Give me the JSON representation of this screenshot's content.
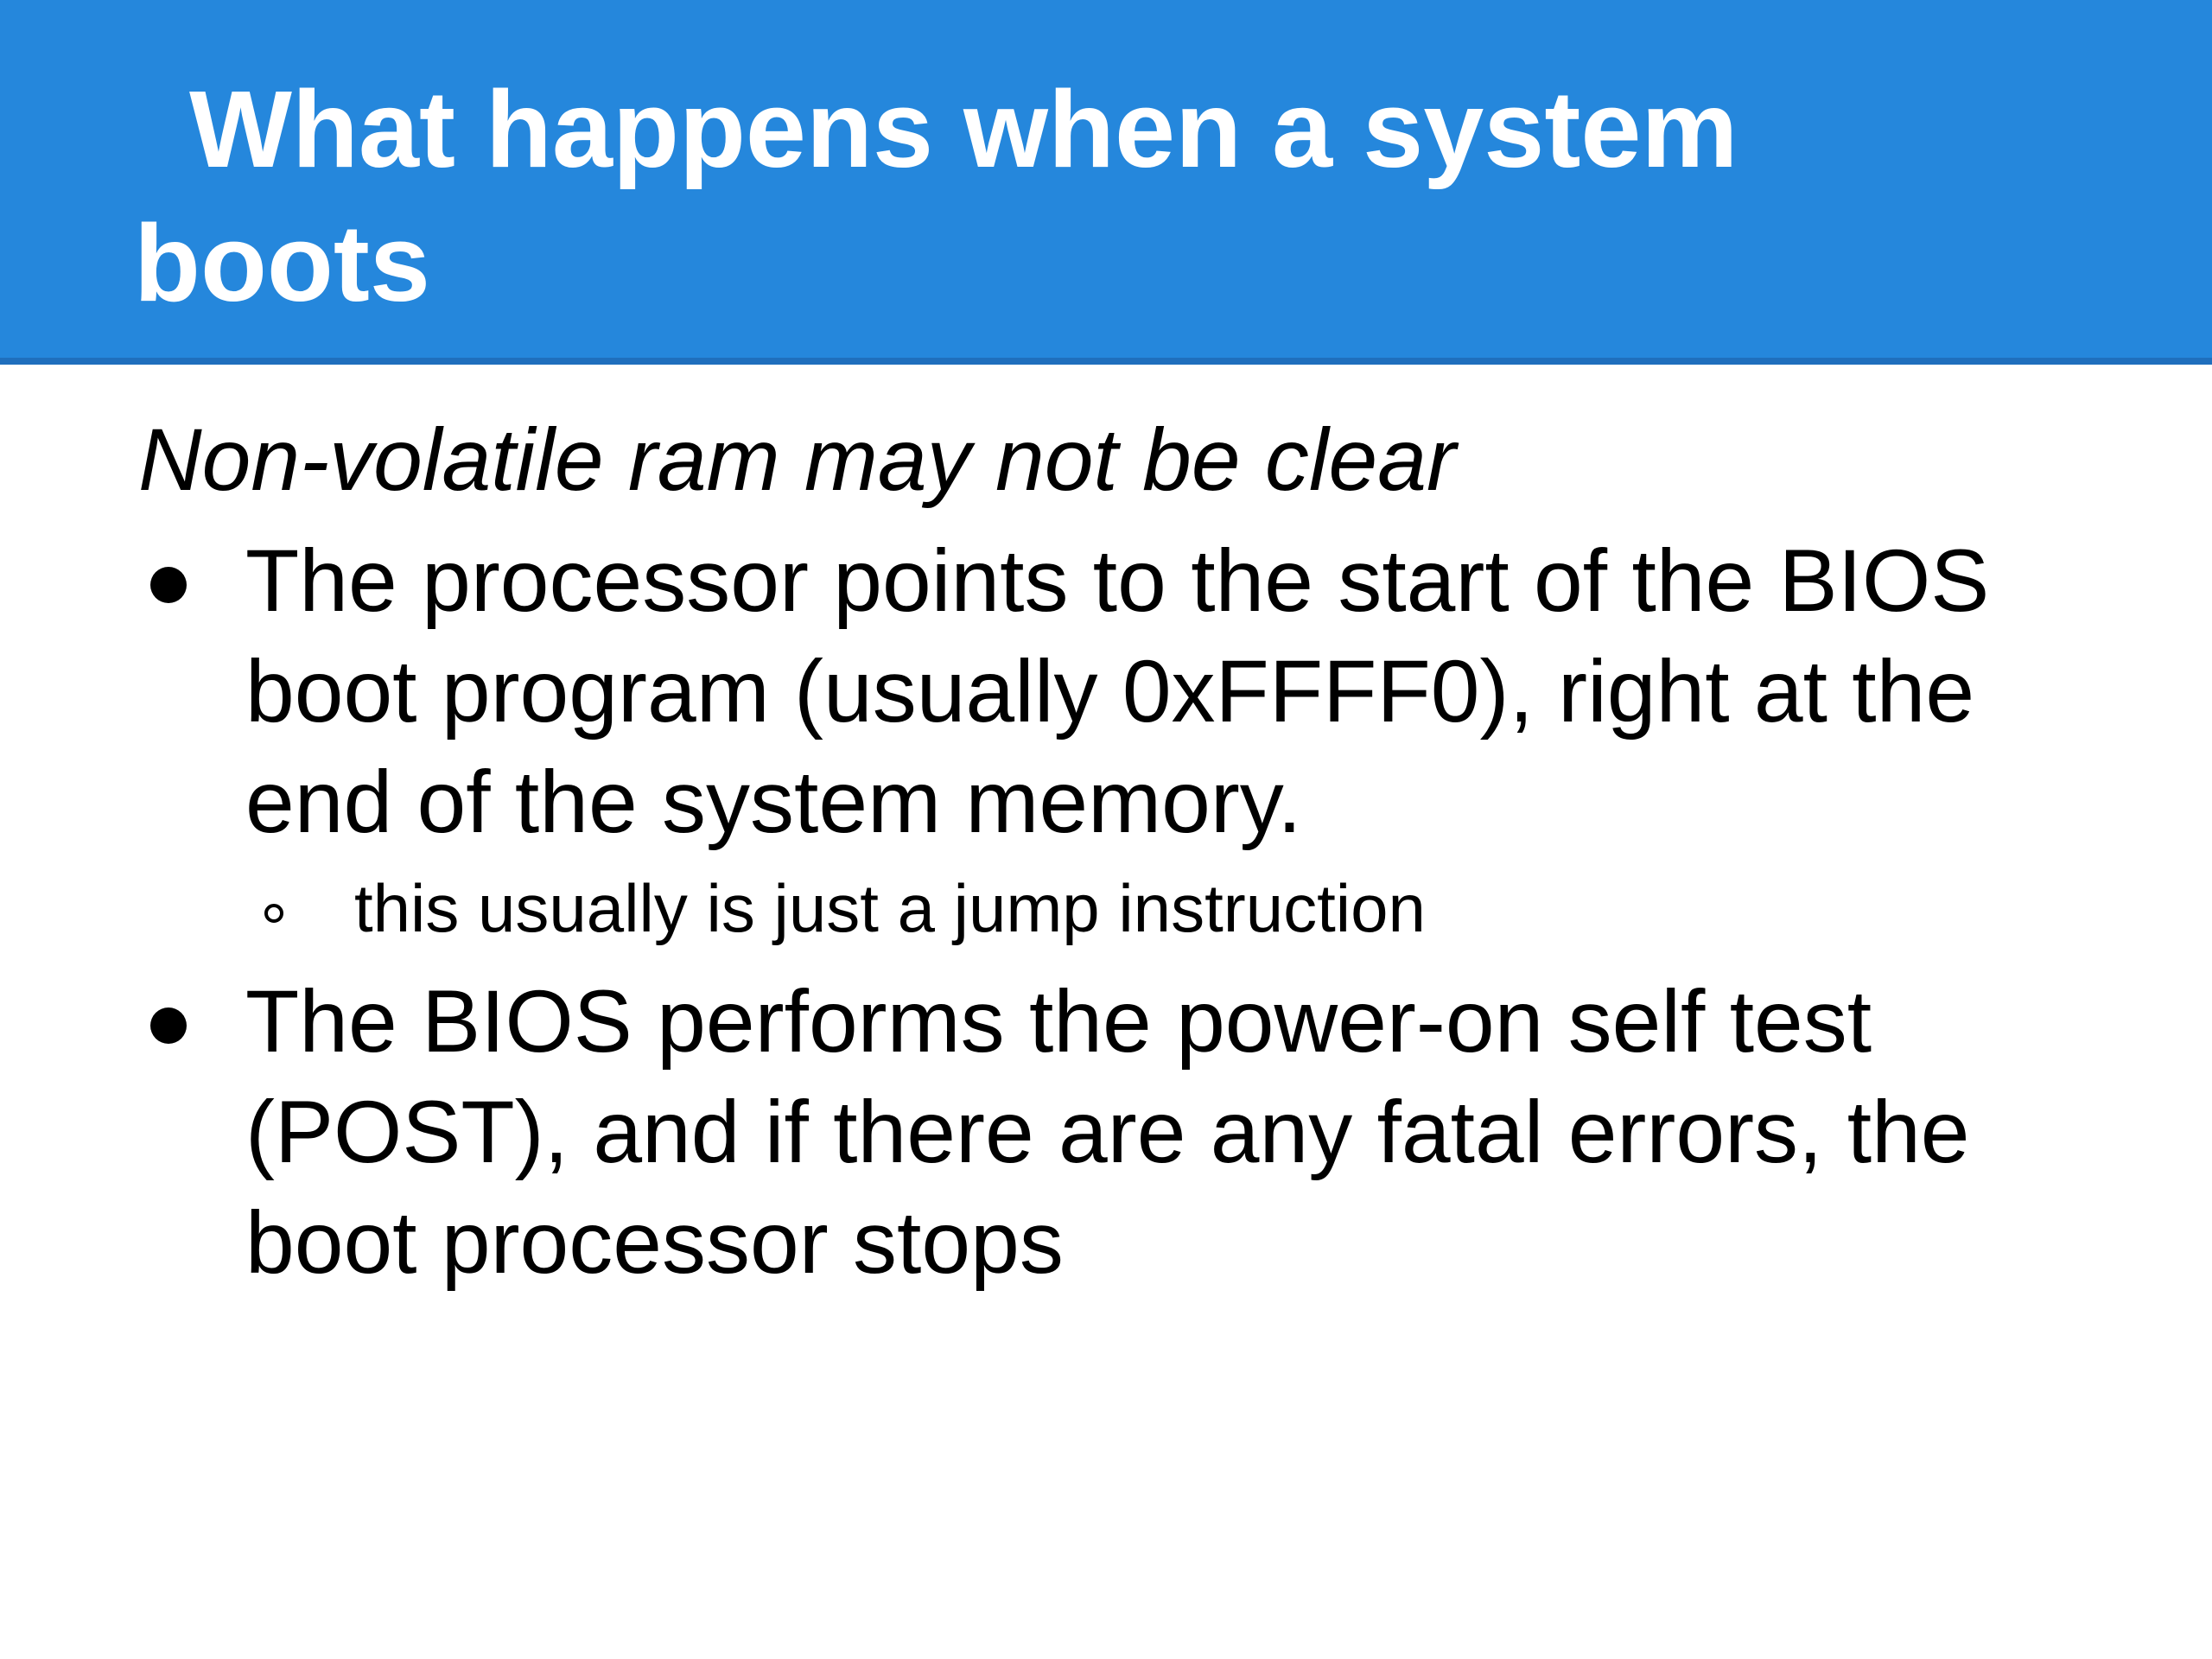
{
  "slide": {
    "title": "What happens when a system boots",
    "subtitle": "Non-volatile ram may not be clear",
    "bullets": [
      {
        "text": "The processor points to the start of the BIOS boot program (usually 0xFFFF0), right at the end of the system memory.",
        "sub_bullets": [
          {
            "text": "this usually is just a jump instruction"
          }
        ]
      },
      {
        "text": "The BIOS performs the power-on self test (POST), and if there are any fatal errors, the boot processor stops"
      }
    ]
  },
  "colors": {
    "title_bar": "#2587dc",
    "title_text": "#ffffff",
    "body_text": "#000000",
    "background": "#ffffff"
  }
}
